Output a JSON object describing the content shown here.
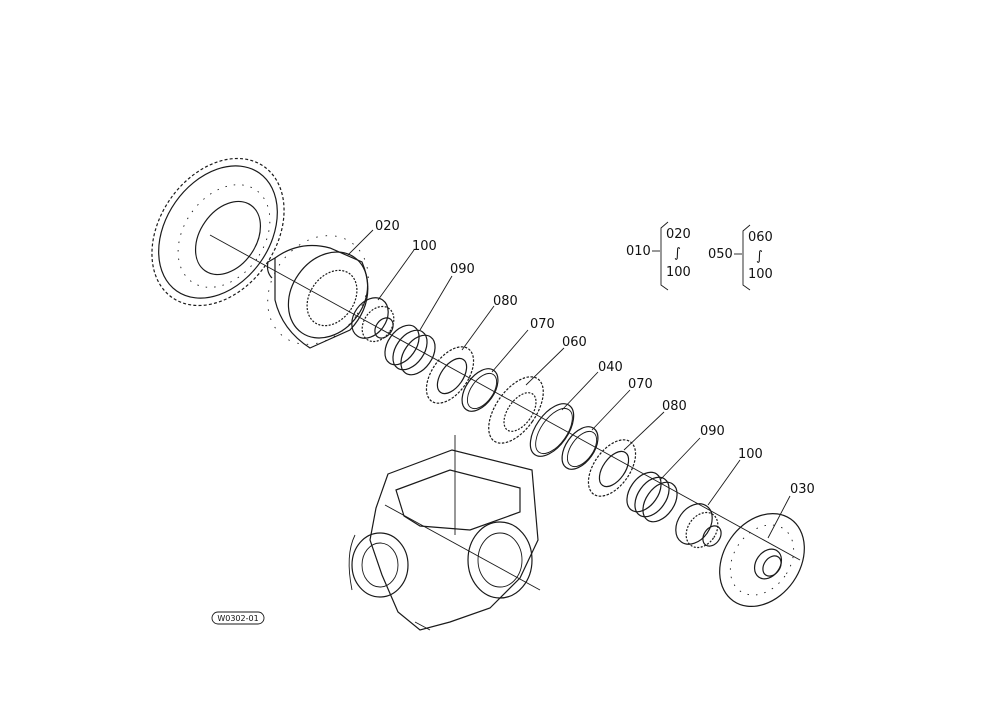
{
  "callouts": {
    "c020": "020",
    "c100a": "100",
    "c090a": "090",
    "c080a": "080",
    "c070a": "070",
    "c060": "060",
    "c040": "040",
    "c070b": "070",
    "c080b": "080",
    "c090b": "090",
    "c100b": "100",
    "c030": "030"
  },
  "legend": {
    "g1_parent": "010",
    "g1_top": "020",
    "g1_mid": "∫",
    "g1_bottom": "100",
    "g2_parent": "050",
    "g2_top": "060",
    "g2_mid": "∫",
    "g2_bottom": "100"
  },
  "drawing_code": "W0302-01"
}
